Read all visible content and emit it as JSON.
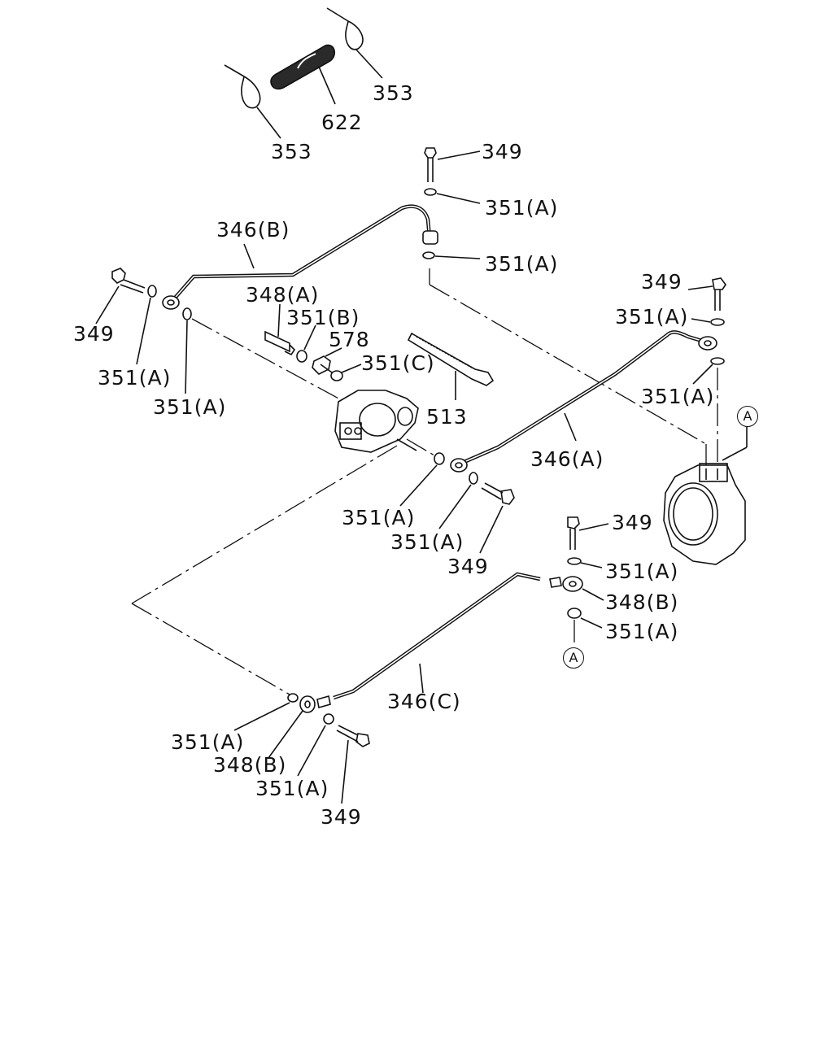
{
  "labels": {
    "tie_353_top": "353",
    "hose_622": "622",
    "tie_353_left": "353",
    "bolt_349_top": "349",
    "washer_351a_1": "351(A)",
    "washer_351a_2": "351(A)",
    "pipe_346b": "346(B)",
    "bolt_349_left": "349",
    "washer_351a_3": "351(A)",
    "washer_351a_4": "351(A)",
    "union_348a": "348(A)",
    "washer_351b": "351(B)",
    "fitting_578": "578",
    "washer_351c": "351(C)",
    "clamp_513": "513",
    "bolt_349_right": "349",
    "washer_351a_5": "351(A)",
    "washer_351a_6": "351(A)",
    "pipe_346a": "346(A)",
    "washer_351a_7": "351(A)",
    "washer_351a_8": "351(A)",
    "bolt_349_mid": "349",
    "bolt_349_lowright": "349",
    "washer_351a_9": "351(A)",
    "union_348b_right": "348(B)",
    "washer_351a_10": "351(A)",
    "pipe_346c": "346(C)",
    "washer_351a_11": "351(A)",
    "union_348b_left": "348(B)",
    "washer_351a_12": "351(A)",
    "bolt_349_bottom": "349"
  },
  "refs": {
    "ref_a_top": "A",
    "ref_a_bottom": "A"
  }
}
